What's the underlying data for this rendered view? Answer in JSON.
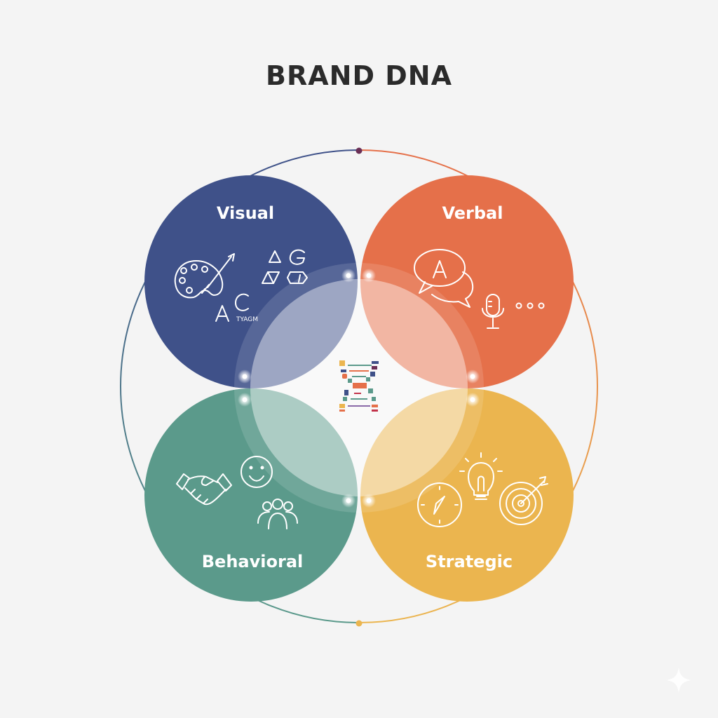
{
  "title": "BRAND DNA",
  "colors": {
    "background": "#f4f4f4",
    "visual": "#3f5189",
    "verbal": "#e5704a",
    "behavioral": "#5b9a8b",
    "strategic": "#ebb54f",
    "title": "#2b2b2b"
  },
  "quadrants": [
    {
      "id": "visual",
      "label": "Visual",
      "icons": [
        "palette-icon",
        "brush-icon",
        "shapes-icon",
        "typography-icon"
      ],
      "icon_text": [
        "A",
        "C",
        "TYAGM"
      ]
    },
    {
      "id": "verbal",
      "label": "Verbal",
      "icons": [
        "speech-bubble-icon",
        "microphone-icon",
        "ellipsis-icon"
      ],
      "icon_text": [
        "A"
      ]
    },
    {
      "id": "behavioral",
      "label": "Behavioral",
      "icons": [
        "handshake-icon",
        "smiley-icon",
        "team-icon"
      ]
    },
    {
      "id": "strategic",
      "label": "Strategic",
      "icons": [
        "compass-icon",
        "lightbulb-icon",
        "target-icon"
      ]
    }
  ],
  "center": {
    "icon": "dna-helix-icon"
  }
}
